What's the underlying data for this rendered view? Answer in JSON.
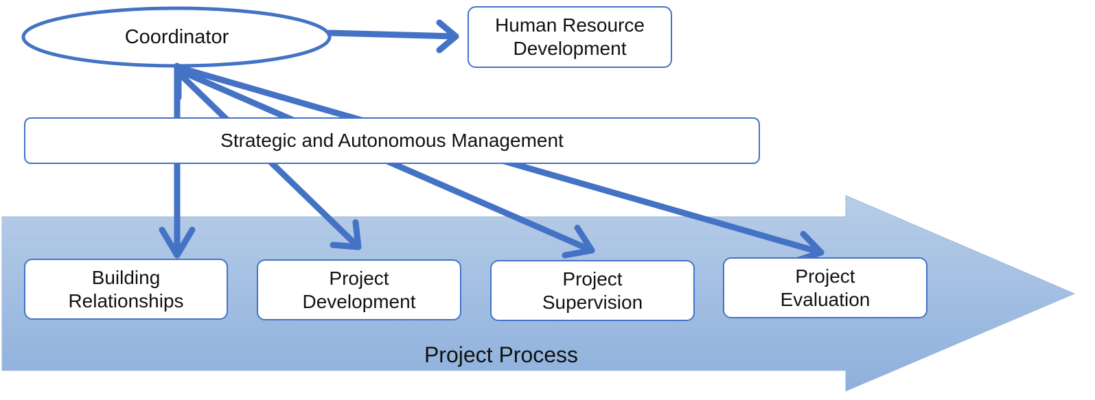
{
  "coordinator": {
    "label": "Coordinator"
  },
  "hrd": {
    "line1": "Human Resource",
    "line2": "Development"
  },
  "management": {
    "label": "Strategic and Autonomous Management"
  },
  "steps": [
    {
      "line1": "Building",
      "line2": "Relationships"
    },
    {
      "line1": "Project",
      "line2": "Development"
    },
    {
      "line1": "Project",
      "line2": "Supervision"
    },
    {
      "line1": "Project",
      "line2": "Evaluation"
    }
  ],
  "process": {
    "label": "Project Process"
  },
  "colors": {
    "accent": "#4472c4",
    "arrow_light": "#b3c9e6",
    "arrow_dark": "#8aaedb"
  }
}
